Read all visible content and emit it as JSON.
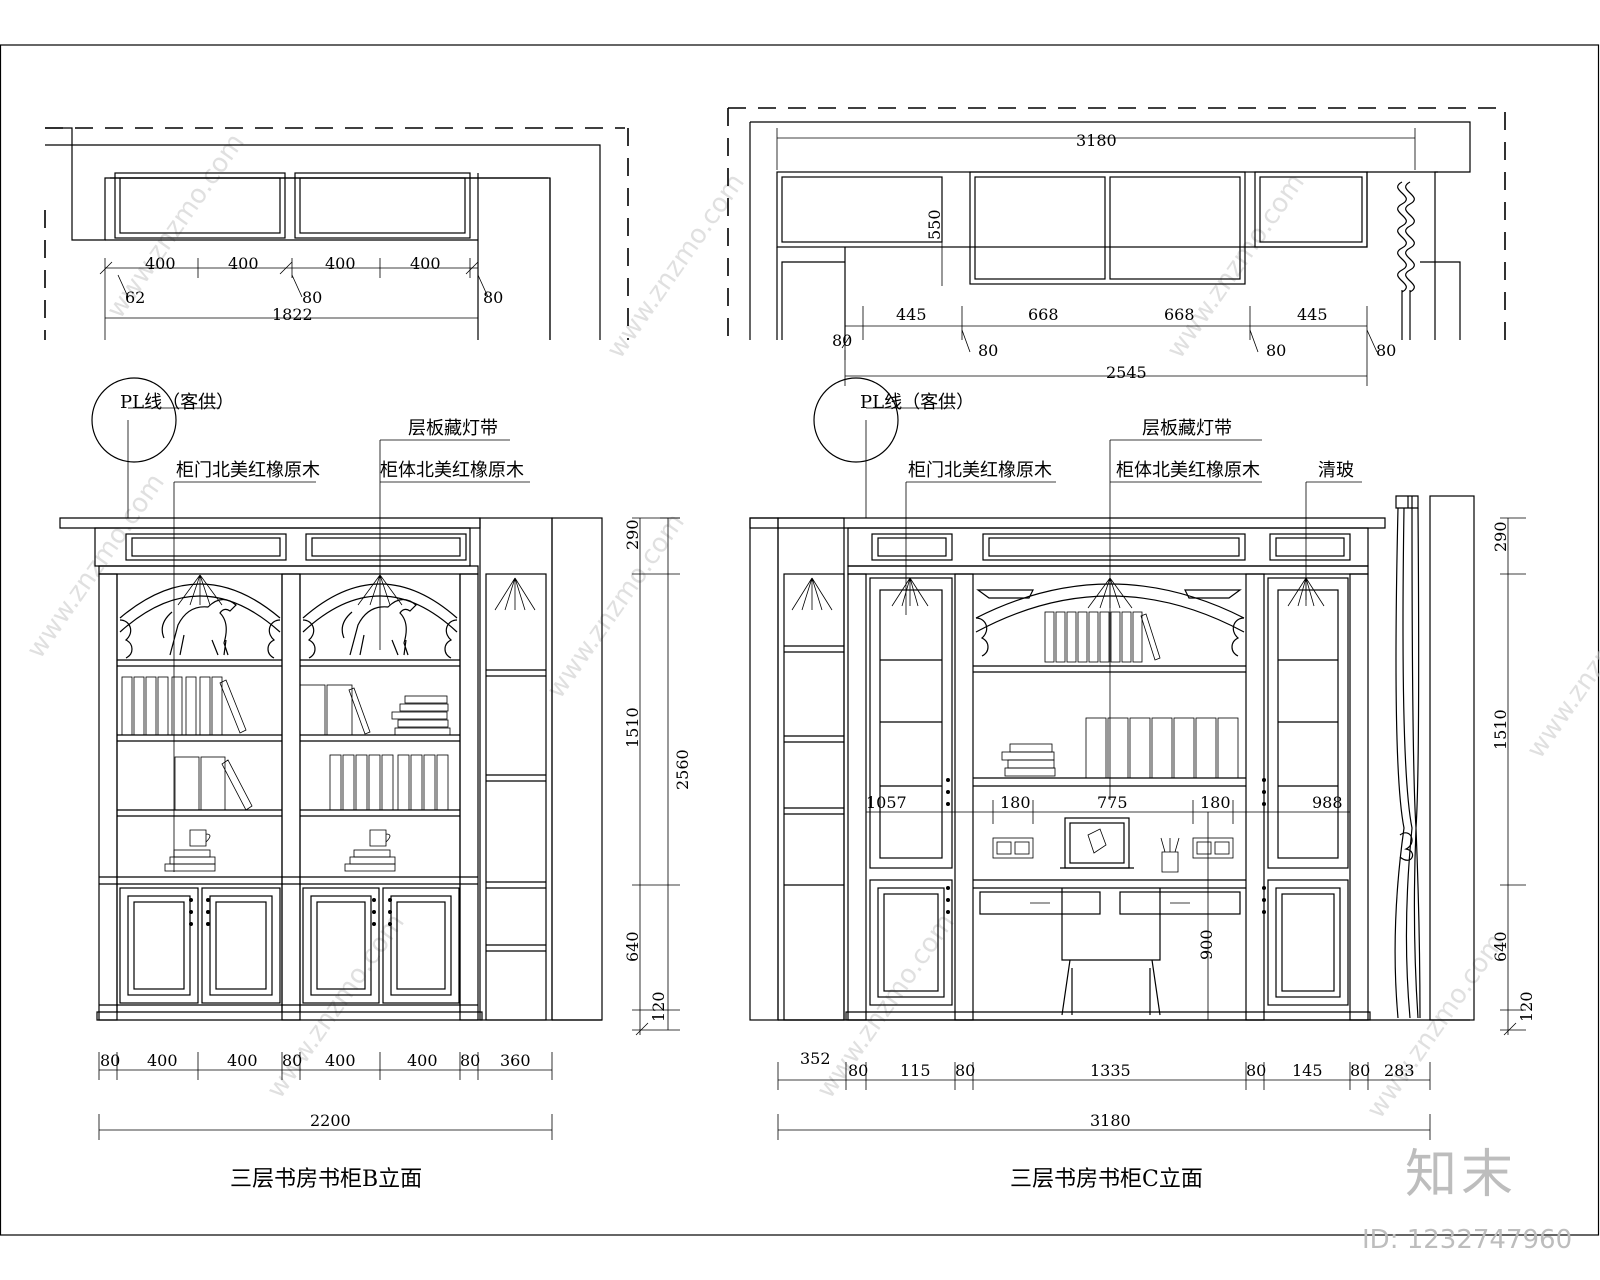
{
  "left": {
    "plan_dims": [
      "400",
      "400",
      "400",
      "400"
    ],
    "plan_small": [
      "62",
      "80",
      "80"
    ],
    "plan_total": "1822",
    "pl_label": "PL线（客供）",
    "labels": {
      "shelf_light": "层板藏灯带",
      "door": "柜门北美红橡原木",
      "body": "柜体北美红橡原木"
    },
    "vert_dims": [
      "290",
      "1510",
      "640",
      "120"
    ],
    "height_total": "2560",
    "bottom_dims": [
      "80",
      "400",
      "400",
      "80",
      "400",
      "400",
      "80",
      "360"
    ],
    "width_total": "2200",
    "title": "三层书房书柜B立面"
  },
  "right": {
    "plan_total_top": "3180",
    "plan_depth": "550",
    "plan_dims": [
      "445",
      "668",
      "668",
      "445"
    ],
    "plan_small": [
      "80",
      "80",
      "80",
      "80"
    ],
    "plan_total_bottom": "2545",
    "pl_label": "PL线（客供）",
    "labels": {
      "shelf_light": "层板藏灯带",
      "door": "柜门北美红橡原木",
      "body": "柜体北美红橡原木",
      "glass": "清玻"
    },
    "inner_dims": [
      "1057",
      "180",
      "775",
      "180",
      "988"
    ],
    "desk_height": "900",
    "vert_dims": [
      "290",
      "1510",
      "640",
      "120"
    ],
    "bottom_dims": [
      "352",
      "80",
      "115",
      "80",
      "1335",
      "80",
      "145",
      "80",
      "283"
    ],
    "width_total": "3180",
    "title": "三层书房书柜C立面"
  },
  "brand": {
    "logo": "知末",
    "id": "ID: 1232747960",
    "watermark": "www.znzmo.com"
  }
}
